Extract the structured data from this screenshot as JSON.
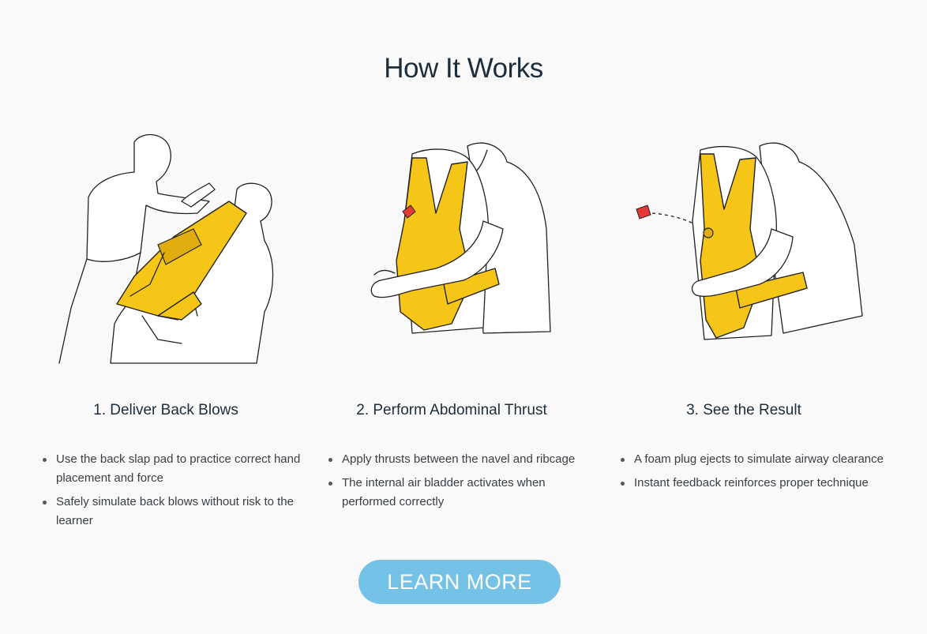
{
  "header": {
    "title": "How It Works"
  },
  "steps": [
    {
      "title": "1. Deliver Back Blows",
      "bullets": [
        "Use the back slap pad to practice correct hand placement and force",
        "Safely simulate back blows without risk to the learner"
      ],
      "illustration": "back-blows-illustration"
    },
    {
      "title": "2. Perform Abdominal Thrust",
      "bullets": [
        "Apply thrusts between the navel and ribcage",
        "The internal air bladder activates when performed correctly"
      ],
      "illustration": "abdominal-thrust-illustration"
    },
    {
      "title": "3. See the Result",
      "bullets": [
        "A foam plug ejects to simulate airway clearance",
        "Instant feedback reinforces proper technique"
      ],
      "illustration": "result-illustration"
    }
  ],
  "cta": {
    "label": "LEARN MORE",
    "color": "#74c3e6"
  },
  "colors": {
    "vest": "#f5c518",
    "plug": "#e53935",
    "heading": "#1e2d3b"
  }
}
